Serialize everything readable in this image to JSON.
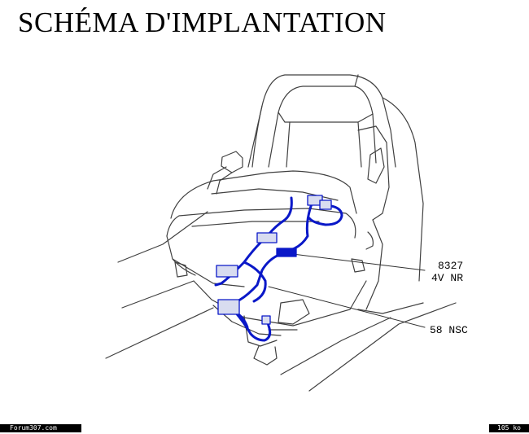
{
  "title": "SCHÉMA D'IMPLANTATION",
  "callouts": {
    "connector_a_code": "8327",
    "connector_a_sub": "4V  NR",
    "connector_b": "58  NSC"
  },
  "footer": {
    "site": "Forum307.com",
    "size": "105 ko"
  },
  "colors": {
    "harness": "#0a18c8",
    "line_art": "#404040",
    "footer_bar": "#000000"
  }
}
